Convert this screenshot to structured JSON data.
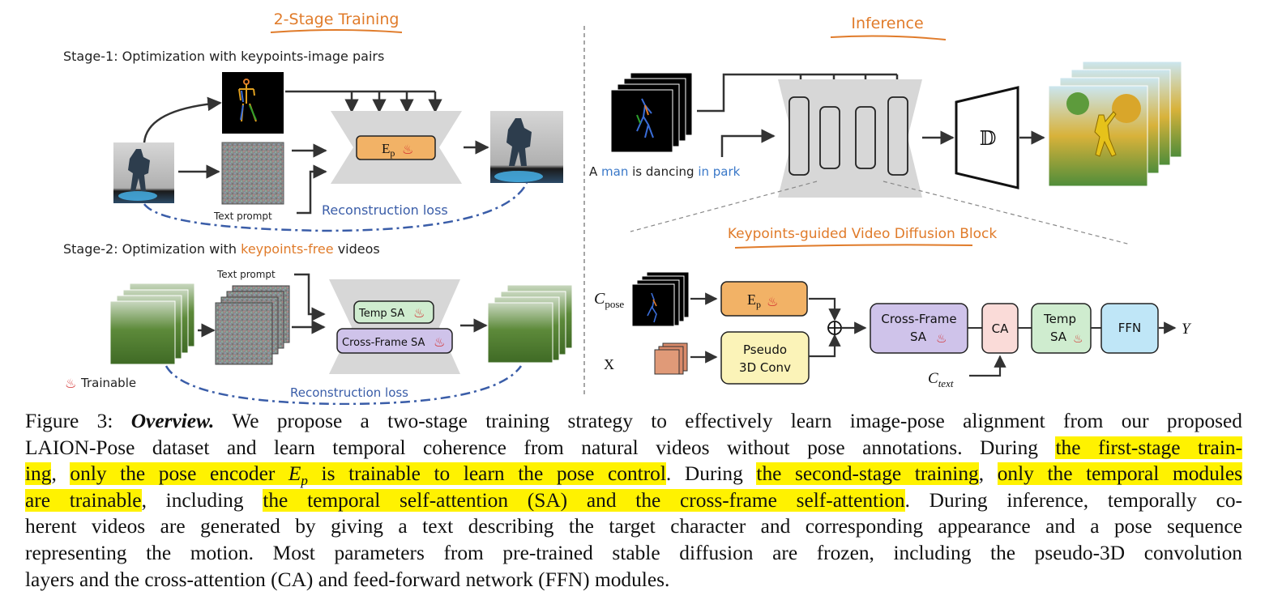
{
  "diagram": {
    "left_title": "2-Stage Training",
    "stage1_label": "Stage-1: Optimization with keypoints-image pairs",
    "stage2_label_prefix": "Stage-2: Optimization with ",
    "stage2_label_highlight": "keypoints-free",
    "stage2_label_suffix": " videos",
    "encoder_label": "E",
    "encoder_sub": "p",
    "text_prompt_1": "Text prompt",
    "text_prompt_2": "Text prompt",
    "recon_loss_1": "Reconstruction loss",
    "recon_loss_2": "Reconstruction loss",
    "temp_sa": "Temp SA",
    "cross_frame_sa": "Cross-Frame SA",
    "trainable_legend": "Trainable",
    "right_title": "Inference",
    "prompt_words": [
      "A",
      "man",
      "is dancing",
      "in park"
    ],
    "decoder_symbol": "𝔻",
    "block_title": "Keypoints-guided Video Diffusion Block",
    "c_pose_main": "C",
    "c_pose_sub": "pose",
    "x_label": "X",
    "pseudo_3d_line1": "Pseudo",
    "pseudo_3d_line2": "3D Conv",
    "oplus": "⊕",
    "cross_frame_line1": "Cross-Frame",
    "cross_frame_line2": "SA",
    "ca": "CA",
    "temp_line1": "Temp",
    "temp_line2": "SA",
    "ffn": "FFN",
    "y_label": "Y",
    "c_text_main": "C",
    "c_text_sub": "text",
    "colors": {
      "orange": "#e07b2a",
      "blue": "#3a5da8",
      "encoder": "#f2b266",
      "temp": "#cfeccf",
      "cross": "#cfc3ea",
      "ca": "#fadbd8",
      "pseudo": "#fbf3b8",
      "ffn": "#bfe6f7",
      "unet": "#d7d7d7",
      "highlight": "#fff200"
    },
    "icons": [
      "fire-icon",
      "skeleton-icon",
      "noise-icon",
      "person-icon",
      "video-stack-icon"
    ]
  },
  "caption": {
    "prefix": "Figure 3: ",
    "title": "Overview.",
    "l1": " We propose a two-stage training strategy to effectively learn image-pose alignment from our proposed",
    "l2a": "LAION-Pose dataset and learn temporal coherence from natural videos without pose annotations. During ",
    "l2b": "the first-stage train-",
    "l3a": "ing",
    "l3b": ", ",
    "l3c": "only the pose encoder ",
    "l3e": "E",
    "l3esub": "p",
    "l3f": " is trainable to learn the pose control",
    "l3g": ". During ",
    "l3h": "the second-stage training",
    "l3i": ", ",
    "l3j": "only the temporal modules",
    "l4a": "are trainable",
    "l4b": ", including ",
    "l4c": "the temporal self-attention (SA) and the cross-frame self-attention",
    "l4d": ". During inference, temporally co-",
    "l5": "herent videos are generated by giving a text describing the target character and corresponding appearance and a pose sequence",
    "l6": "representing the motion. Most parameters from pre-trained stable diffusion are frozen, including the pseudo-3D convolution",
    "l7": "layers and the cross-attention (CA) and feed-forward network (FFN) modules."
  }
}
